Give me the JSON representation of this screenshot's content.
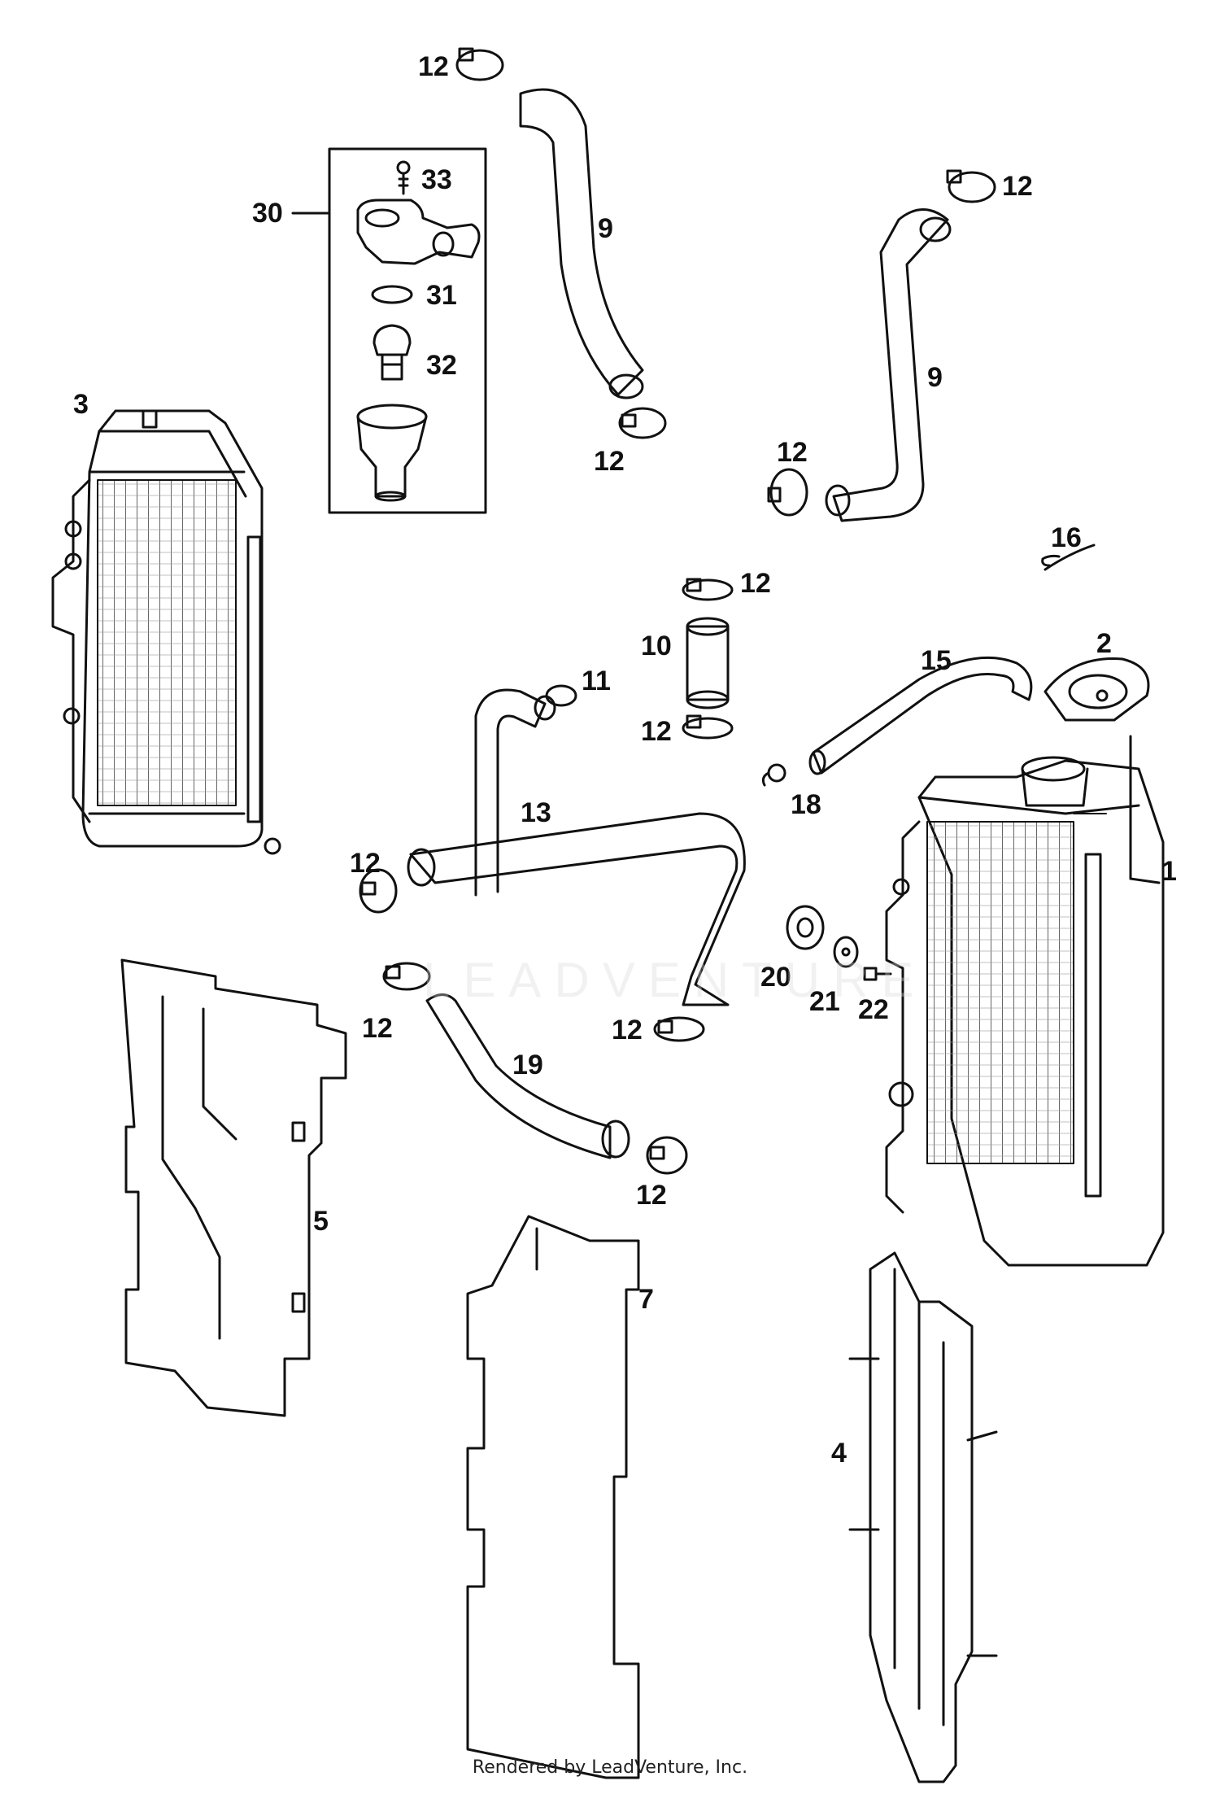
{
  "footer": "Rendered by LeadVenture, Inc.",
  "watermark": "LEADVENTURE",
  "callouts": {
    "c1": "1",
    "c2": "2",
    "c3": "3",
    "c4": "4",
    "c5": "5",
    "c7": "7",
    "c9a": "9",
    "c9b": "9",
    "c10": "10",
    "c11": "11",
    "c12a": "12",
    "c12b": "12",
    "c12c": "12",
    "c12d": "12",
    "c12e": "12",
    "c12f": "12",
    "c12g": "12",
    "c12h": "12",
    "c12i": "12",
    "c12j": "12",
    "c13": "13",
    "c15": "15",
    "c16": "16",
    "c18": "18",
    "c19": "19",
    "c20": "20",
    "c21": "21",
    "c22": "22",
    "c30": "30",
    "c31": "31",
    "c32": "32",
    "c33": "33"
  }
}
